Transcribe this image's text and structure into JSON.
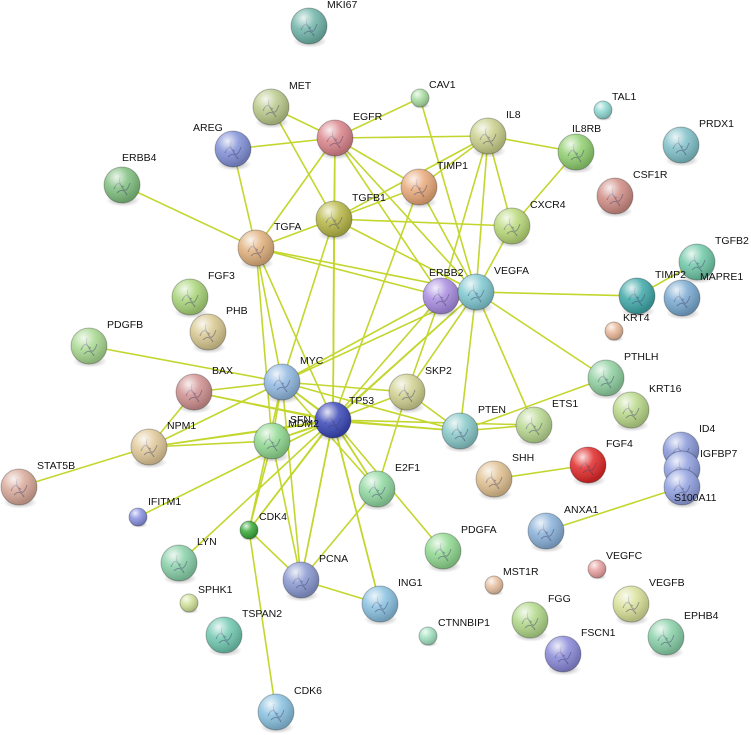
{
  "colors": {
    "edge": "#c3d62e",
    "label": "#111111",
    "background": "#ffffff"
  },
  "nodes": [
    {
      "id": "MKI67",
      "label": "MKI67",
      "color": "#6fb4a8"
    },
    {
      "id": "MET",
      "label": "MET",
      "color": "#b9c98a"
    },
    {
      "id": "CAV1",
      "label": "CAV1",
      "color": "#a8dca0"
    },
    {
      "id": "TAL1",
      "label": "TAL1",
      "color": "#8ed8d2"
    },
    {
      "id": "EGFR",
      "label": "EGFR",
      "color": "#d9848a"
    },
    {
      "id": "AREG",
      "label": "AREG",
      "color": "#7f8fd6"
    },
    {
      "id": "IL8",
      "label": "IL8",
      "color": "#c8cf8a"
    },
    {
      "id": "IL8RB",
      "label": "IL8RB",
      "color": "#8fcf6f"
    },
    {
      "id": "PRDX1",
      "label": "PRDX1",
      "color": "#7fc0c8"
    },
    {
      "id": "ERBB4",
      "label": "ERBB4",
      "color": "#7fbf7f"
    },
    {
      "id": "TIMP1",
      "label": "TIMP1",
      "color": "#e8a878"
    },
    {
      "id": "CSF1R",
      "label": "CSF1R",
      "color": "#cf8c84"
    },
    {
      "id": "TGFB1",
      "label": "TGFB1",
      "color": "#b8b848"
    },
    {
      "id": "CXCR4",
      "label": "CXCR4",
      "color": "#b8d878"
    },
    {
      "id": "TGFA",
      "label": "TGFA",
      "color": "#e0b07c"
    },
    {
      "id": "TGFB2",
      "label": "TGFB2",
      "color": "#6fc8a8"
    },
    {
      "id": "ERBB2",
      "label": "ERBB2",
      "color": "#a88ce0"
    },
    {
      "id": "VEGFA",
      "label": "VEGFA",
      "color": "#7fc8d0"
    },
    {
      "id": "TIMP2",
      "label": "TIMP2",
      "color": "#3fa8a8"
    },
    {
      "id": "MAPRE1",
      "label": "MAPRE1",
      "color": "#78a8d0"
    },
    {
      "id": "FGF3",
      "label": "FGF3",
      "color": "#a8d478"
    },
    {
      "id": "PHB",
      "label": "PHB",
      "color": "#d8c890"
    },
    {
      "id": "KRT4",
      "label": "KRT4",
      "color": "#e8b898"
    },
    {
      "id": "PDGFB",
      "label": "PDGFB",
      "color": "#a8d890"
    },
    {
      "id": "PTHLH",
      "label": "PTHLH",
      "color": "#8fd0a0"
    },
    {
      "id": "BAX",
      "label": "BAX",
      "color": "#d09090"
    },
    {
      "id": "MYC",
      "label": "MYC",
      "color": "#90b8e0"
    },
    {
      "id": "SKP2",
      "label": "SKP2",
      "color": "#d0d090"
    },
    {
      "id": "TP53",
      "label": "TP53",
      "color": "#3a48b8"
    },
    {
      "id": "KRT16",
      "label": "KRT16",
      "color": "#b8d888"
    },
    {
      "id": "MDM2",
      "label": "MDM2",
      "color": "#3a48b8"
    },
    {
      "id": "ETS1",
      "label": "ETS1",
      "color": "#b8d890"
    },
    {
      "id": "NPM1",
      "label": "NPM1",
      "color": "#e0c898"
    },
    {
      "id": "PTEN",
      "label": "PTEN",
      "color": "#88c8c8"
    },
    {
      "id": "ID4",
      "label": "ID4",
      "color": "#8898d8"
    },
    {
      "id": "FGF4",
      "label": "FGF4",
      "color": "#e02828"
    },
    {
      "id": "SHH",
      "label": "SHH",
      "color": "#e0c090"
    },
    {
      "id": "IGFBP7",
      "label": "IGFBP7",
      "color": "#90a0e0"
    },
    {
      "id": "S100A11",
      "label": "S100A11",
      "color": "#90a0e0"
    },
    {
      "id": "STAT5B",
      "label": "STAT5B",
      "color": "#d8a898"
    },
    {
      "id": "SFN",
      "label": "SFN",
      "color": "#90d890"
    },
    {
      "id": "E2F1",
      "label": "E2F1",
      "color": "#90d8a0"
    },
    {
      "id": "IFITM1",
      "label": "IFITM1",
      "color": "#8890e0"
    },
    {
      "id": "ANXA1",
      "label": "ANXA1",
      "color": "#88b0d8"
    },
    {
      "id": "CDK4",
      "label": "CDK4",
      "color": "#38a838"
    },
    {
      "id": "LYN",
      "label": "LYN",
      "color": "#88d0a8"
    },
    {
      "id": "PDGFA",
      "label": "PDGFA",
      "color": "#90d890"
    },
    {
      "id": "VEGFC",
      "label": "VEGFC",
      "color": "#e8a0a0"
    },
    {
      "id": "MST1R",
      "label": "MST1R",
      "color": "#e8c0a0"
    },
    {
      "id": "PCNA",
      "label": "PCNA",
      "color": "#8898d0"
    },
    {
      "id": "SPHK1",
      "label": "SPHK1",
      "color": "#d0e098"
    },
    {
      "id": "ING1",
      "label": "ING1",
      "color": "#88c0e0"
    },
    {
      "id": "VEGFB",
      "label": "VEGFB",
      "color": "#d8e098"
    },
    {
      "id": "FGG",
      "label": "FGG",
      "color": "#b0d888"
    },
    {
      "id": "TSPAN2",
      "label": "TSPAN2",
      "color": "#70c8b0"
    },
    {
      "id": "CTNNBIP1",
      "label": "CTNNBIP1",
      "color": "#a0e0c0"
    },
    {
      "id": "FSCN1",
      "label": "FSCN1",
      "color": "#8888d8"
    },
    {
      "id": "EPHB4",
      "label": "EPHB4",
      "color": "#88d0a8"
    },
    {
      "id": "CDK6",
      "label": "CDK6",
      "color": "#88c0e0"
    }
  ],
  "edges": [
    [
      "CAV1",
      "EGFR"
    ],
    [
      "CAV1",
      "VEGFA"
    ],
    [
      "MET",
      "EGFR"
    ],
    [
      "MET",
      "TGFB1"
    ],
    [
      "AREG",
      "EGFR"
    ],
    [
      "AREG",
      "TGFA"
    ],
    [
      "EGFR",
      "IL8"
    ],
    [
      "EGFR",
      "TGFA"
    ],
    [
      "EGFR",
      "TGFB1"
    ],
    [
      "EGFR",
      "ERBB2"
    ],
    [
      "EGFR",
      "VEGFA"
    ],
    [
      "EGFR",
      "TP53"
    ],
    [
      "EGFR",
      "TIMP1"
    ],
    [
      "IL8",
      "IL8RB"
    ],
    [
      "IL8",
      "CXCR4"
    ],
    [
      "IL8",
      "VEGFA"
    ],
    [
      "IL8",
      "TIMP1"
    ],
    [
      "IL8",
      "TGFB1"
    ],
    [
      "IL8",
      "ERBB2"
    ],
    [
      "IL8RB",
      "CXCR4"
    ],
    [
      "CXCR4",
      "VEGFA"
    ],
    [
      "CXCR4",
      "TGFB1"
    ],
    [
      "TIMP1",
      "TGFB1"
    ],
    [
      "TIMP1",
      "VEGFA"
    ],
    [
      "TIMP1",
      "TP53"
    ],
    [
      "ERBB4",
      "TGFA"
    ],
    [
      "TGFB1",
      "TGFA"
    ],
    [
      "TGFB1",
      "MDM2"
    ],
    [
      "TGFB1",
      "VEGFA"
    ],
    [
      "TGFB1",
      "TP53"
    ],
    [
      "TGFB1",
      "MYC"
    ],
    [
      "TGFA",
      "ERBB2"
    ],
    [
      "TGFA",
      "VEGFA"
    ],
    [
      "TGFA",
      "TP53"
    ],
    [
      "TGFA",
      "MYC"
    ],
    [
      "TGFA",
      "SFN"
    ],
    [
      "ERBB2",
      "VEGFA"
    ],
    [
      "ERBB2",
      "TP53"
    ],
    [
      "ERBB2",
      "MYC"
    ],
    [
      "ERBB2",
      "SKP2"
    ],
    [
      "VEGFA",
      "TIMP2"
    ],
    [
      "VEGFA",
      "PTHLH"
    ],
    [
      "VEGFA",
      "MDM2"
    ],
    [
      "VEGFA",
      "PTEN"
    ],
    [
      "VEGFA",
      "TP53"
    ],
    [
      "VEGFA",
      "MYC"
    ],
    [
      "VEGFA",
      "ETS1"
    ],
    [
      "VEGFA",
      "SKP2"
    ],
    [
      "TIMP2",
      "TGFB2"
    ],
    [
      "PDGFB",
      "MYC"
    ],
    [
      "BAX",
      "TP53"
    ],
    [
      "BAX",
      "MDM2"
    ],
    [
      "BAX",
      "MYC"
    ],
    [
      "BAX",
      "NPM1"
    ],
    [
      "MYC",
      "TP53"
    ],
    [
      "MYC",
      "MDM2"
    ],
    [
      "MYC",
      "NPM1"
    ],
    [
      "MYC",
      "SFN"
    ],
    [
      "MYC",
      "PCNA"
    ],
    [
      "MYC",
      "CDK4"
    ],
    [
      "MYC",
      "E2F1"
    ],
    [
      "MYC",
      "SKP2"
    ],
    [
      "MYC",
      "PTEN"
    ],
    [
      "TP53",
      "MDM2"
    ],
    [
      "TP53",
      "SKP2"
    ],
    [
      "TP53",
      "PTEN"
    ],
    [
      "TP53",
      "E2F1"
    ],
    [
      "TP53",
      "NPM1"
    ],
    [
      "TP53",
      "SFN"
    ],
    [
      "TP53",
      "PCNA"
    ],
    [
      "TP53",
      "ING1"
    ],
    [
      "TP53",
      "PDGFA"
    ],
    [
      "TP53",
      "CDK4"
    ],
    [
      "TP53",
      "ETS1"
    ],
    [
      "TP53",
      "IFITM1"
    ],
    [
      "TP53",
      "LYN"
    ],
    [
      "MDM2",
      "NPM1"
    ],
    [
      "MDM2",
      "SFN"
    ],
    [
      "MDM2",
      "E2F1"
    ],
    [
      "MDM2",
      "PTEN"
    ],
    [
      "MDM2",
      "ING1"
    ],
    [
      "MDM2",
      "PCNA"
    ],
    [
      "MDM2",
      "CDK4"
    ],
    [
      "SKP2",
      "E2F1"
    ],
    [
      "SKP2",
      "PTEN"
    ],
    [
      "PTEN",
      "ETS1"
    ],
    [
      "PTEN",
      "PTHLH"
    ],
    [
      "NPM1",
      "SFN"
    ],
    [
      "NPM1",
      "STAT5B"
    ],
    [
      "SFN",
      "CDK4"
    ],
    [
      "SFN",
      "PCNA"
    ],
    [
      "E2F1",
      "PCNA"
    ],
    [
      "CDK4",
      "PCNA"
    ],
    [
      "CDK4",
      "CDK6"
    ],
    [
      "PCNA",
      "ING1"
    ],
    [
      "FGF4",
      "SHH"
    ],
    [
      "ANXA1",
      "S100A11"
    ]
  ]
}
